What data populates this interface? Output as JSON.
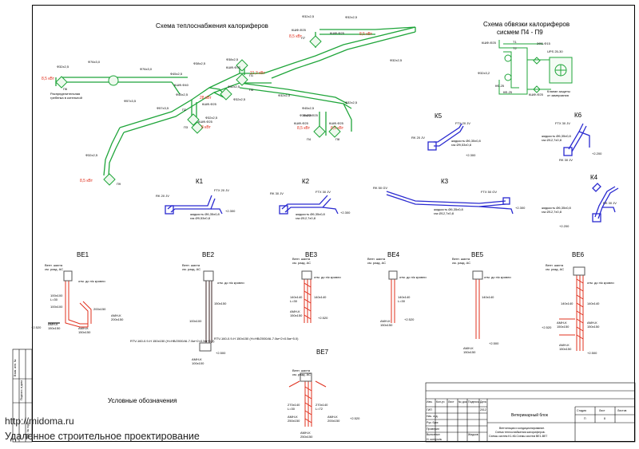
{
  "main_title": "Схема теплоснабжения калориферов",
  "binding_title_1": "Схема обвязки калориферов",
  "binding_title_2": "сисмем П4 - П9",
  "legend_title": "Условные обозначения",
  "watermark_url": "http://midoma.ru",
  "watermark_text": "Удаленное строительное проектирование",
  "k_systems": [
    {
      "name": "К5"
    },
    {
      "name": "К6"
    },
    {
      "name": "К1"
    },
    {
      "name": "К2"
    },
    {
      "name": "К3"
    },
    {
      "name": "К4"
    }
  ],
  "be_systems": [
    {
      "name": "ВЕ1"
    },
    {
      "name": "ВЕ2"
    },
    {
      "name": "ВЕ3"
    },
    {
      "name": "ВЕ4"
    },
    {
      "name": "ВЕ5"
    },
    {
      "name": "ВЕ6"
    },
    {
      "name": "ВЕ7"
    }
  ],
  "heater_labels": {
    "p1": "П1",
    "p2": "П2",
    "p3": "П3",
    "p4": "П4",
    "p5": "П5",
    "p6": "П6",
    "p7": "П7",
    "p8": "П8",
    "p9": "П9"
  },
  "powers": {
    "p6_power": "8,5 кВт",
    "p7_power": "8,5 кВт",
    "p8_power": "8,5 кВт",
    "p1_power": "21,3 кВт",
    "p2_power": "28 кВт",
    "p3_power": "8 кВт",
    "p4_power": "8,5 кВт",
    "p5_power": "8,5 кВт",
    "p9_power": "8,5 кВт"
  },
  "pipe_labels": {
    "a": "Ф32х2,5",
    "b": "Ф76х3,0",
    "c": "Ф76х3,0",
    "d": "Ф57х3,5",
    "e": "Ф38х2,5",
    "f": "Ф45х2,5",
    "g": "Ф38х2,5",
    "h": "Ф45х2,5",
    "i": "Ф32х2,5",
    "j": "Ф32х2,5",
    "k": "Ф57х3,5",
    "l": "Ф32х2,5",
    "m": "Ф32х2,5",
    "n": "Ф32х2,5",
    "o": "Ф45х2,5",
    "p": "Ф32х2,5",
    "q": "Ф32х2,5",
    "r": "Ф32х2,5",
    "s": "Ф32х2,5",
    "t": "Ф32х2,5"
  },
  "valve_labels": {
    "v1": "КШФ-Ф25",
    "v2": "КШФ-Ф25",
    "v3": "КШФ-Ф40",
    "v4": "КШФ-Ф32",
    "v5": "КШФ-Ф25",
    "v6": "КШФ-Ф25",
    "v7": "КШФ-Ф25",
    "v8": "КШФ-Ф25",
    "v9": "КШФ-Ф25"
  },
  "distributor_label_1": "Распределительная",
  "distributor_label_2": "гребенка в котельной",
  "binding": {
    "b1": "КШФ-Ф25",
    "b2": "ЗФБ-Ф15",
    "b3": "UPS 25-30",
    "b4": "Ф32х3,2",
    "b5": "КФ-25",
    "b6": "КФ-25",
    "b7": "КШФ-Ф25",
    "b8": "Т1",
    "b9": "Т2",
    "b10": "Клапан защиты",
    "b11": "от замерзания"
  },
  "k_labels": {
    "rk20": "RK 20 JV",
    "ftx20": "FTX 20 JV",
    "rk30": "RK 30 JV",
    "ftx30": "FTX 30 JV",
    "rk50": "RK 50 GV",
    "ftx50": "FTX 50 GV",
    "liq1": "жидкость Ø6,35х0,8",
    "gas1": "газ Ø9,53х0,8",
    "liq2": "жидкость Ø6,35х0,8",
    "gas2": "газ Ø12,7х0,8",
    "elev": "+2.300",
    "elev2": "+2.200"
  },
  "be_labels": {
    "vent": "Вент. шахта",
    "vent2": "см. разд. АС",
    "roof": "отм. до н/к кровли",
    "amn": "АМН-К",
    "d150": "150х150",
    "d100": "100х100",
    "d140": "140х140",
    "d200": "200х150",
    "d250": "250х150",
    "d270": "270х140",
    "l30": "L=30",
    "l72": "L=72",
    "el1": "+2.520",
    "el2": "+2.500",
    "el3": "+2.600",
    "be2_note1": "RTV-160-0.9-H 150х150 (H=HB/2000/AI-7.0м+2×0.5м+5.0)",
    "be2_note2": "RTV-160-0.9-H 150х150 (H=HB/2000/AI-7.0м+2×0.5м+5.0)"
  },
  "title_block": {
    "project": "Ветеринарный блок",
    "desc1": "Вентиляция и кондиционирование.",
    "desc2": "Схема теплоснабжения калориферов.",
    "desc3": "Схемы систем К1-К6.Схемы систем ВЕ1-ВЕ7",
    "stage_h": "Стадия",
    "sheet_h": "Лист",
    "sheets_h": "Листов",
    "stage": "П",
    "sheet": "8",
    "r1": "Изм.",
    "r2": "Кол.уч",
    "r3": "Лист",
    "r4": "№ док.",
    "r5": "Подпись",
    "r6": "Дата",
    "row1": "ГИП",
    "row2": "Нач. отд.",
    "row3": "Рук. бриг.",
    "row4": "Проверил",
    "row5": "Выполнил",
    "row6": "Н. контроль",
    "year": "2012",
    "author": "Жидков"
  },
  "side_stamp": {
    "s1": "Взам. инв. №",
    "s2": "Подпись и дата",
    "s3": "Инв. № подл."
  },
  "colors": {
    "heat_pipe": "#1fa53a",
    "freon_pipe": "#2a2ad0",
    "duct_red": "#e0301e",
    "duct_dark": "#3a2020",
    "valve": "#1fa53a"
  }
}
